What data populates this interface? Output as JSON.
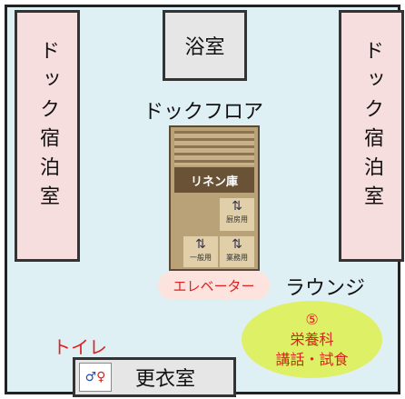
{
  "rooms": {
    "bath": "浴室",
    "dock_left": "ドック宿泊室",
    "dock_right": "ドック宿泊室",
    "changing": "更衣室"
  },
  "labels": {
    "dock_floor": "ドックフロア",
    "linen": "リネン庫",
    "elevator": "エレベーター",
    "lounge": "ラウンジ",
    "toilet": "トイレ",
    "elev_kitchen": "厨房用",
    "elev_general": "一般用",
    "elev_business": "業務用"
  },
  "event": {
    "number": "⑤",
    "line1": "栄養科",
    "line2": "講話・試食"
  },
  "colors": {
    "floor": "#dff0f4",
    "dock": "#f6dede",
    "accent_red": "#e02020",
    "event_fill": "#ddf066",
    "elevator_pill": "#fde3dd"
  },
  "icons": [
    "restroom-icon",
    "elevator-icon"
  ]
}
